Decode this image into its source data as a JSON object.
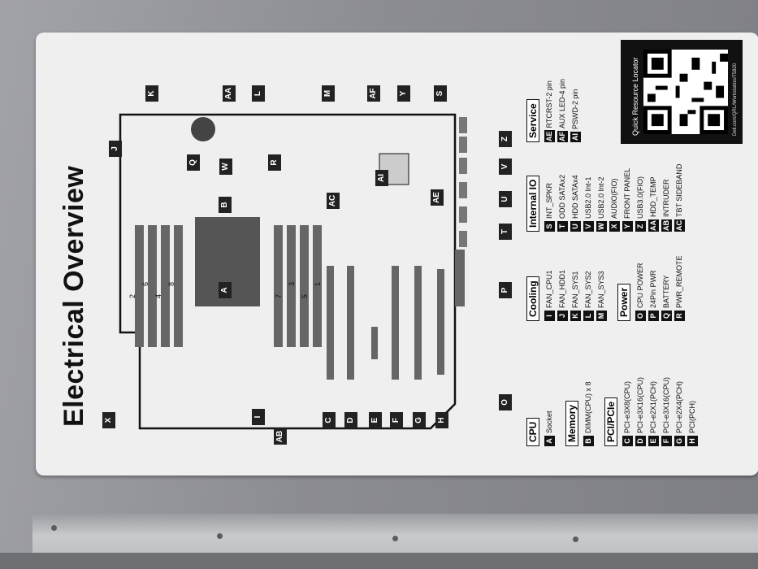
{
  "title": "Electrical Overview",
  "qr": {
    "caption": "Quick Resource Locator",
    "url": "Dell.com/QRL/Workstation/T5820"
  },
  "board_callouts": [
    "K",
    "AA",
    "L",
    "M",
    "AF",
    "Y",
    "S",
    "J",
    "Q",
    "W",
    "R",
    "Z",
    "V",
    "AC",
    "AI",
    "AE",
    "U",
    "T",
    "B",
    "A",
    "P",
    "O",
    "X",
    "C",
    "D",
    "E",
    "F",
    "G",
    "H",
    "I",
    "AB"
  ],
  "dimm_numbers": [
    "2",
    "6",
    "4",
    "8",
    "7",
    "3",
    "5",
    "1"
  ],
  "sections": {
    "cpu": {
      "title": "CPU",
      "items": [
        {
          "key": "A",
          "label": "Socket"
        }
      ]
    },
    "memory": {
      "title": "Memory",
      "items": [
        {
          "key": "B",
          "label": "DIMM(CPU) x 8"
        }
      ]
    },
    "pci": {
      "title": "PCI/PCIe",
      "items": [
        {
          "key": "C",
          "label": "PCI-e3X8(CPU)"
        },
        {
          "key": "D",
          "label": "PCI-e3X16(CPU)"
        },
        {
          "key": "E",
          "label": "PCI-e2X1(PCH)"
        },
        {
          "key": "F",
          "label": "PCI-e3X16(CPU)"
        },
        {
          "key": "G",
          "label": "PCI-e2X4(PCH)"
        },
        {
          "key": "H",
          "label": "PCI(PCH)"
        }
      ]
    },
    "cooling": {
      "title": "Cooling",
      "items": [
        {
          "key": "I",
          "label": "FAN_CPU1"
        },
        {
          "key": "J",
          "label": "FAN_HDD1"
        },
        {
          "key": "K",
          "label": "FAN_SYS1"
        },
        {
          "key": "L",
          "label": "FAN_SYS2"
        },
        {
          "key": "M",
          "label": "FAN_SYS3"
        }
      ]
    },
    "power": {
      "title": "Power",
      "items": [
        {
          "key": "O",
          "label": "CPU POWER"
        },
        {
          "key": "P",
          "label": "24Pin PWR"
        },
        {
          "key": "Q",
          "label": "BATTERY"
        },
        {
          "key": "R",
          "label": "PWR_REMOTE"
        }
      ]
    },
    "internal_io": {
      "title": "Internal IO",
      "items": [
        {
          "key": "S",
          "label": "INT_SPKR"
        },
        {
          "key": "T",
          "label": "ODD SATAx2"
        },
        {
          "key": "U",
          "label": "HDD SATAx4"
        },
        {
          "key": "V",
          "label": "USB2.0 Int-1"
        },
        {
          "key": "W",
          "label": "USB2.0 Int-2"
        },
        {
          "key": "X",
          "label": "AUDIO(FIO)"
        },
        {
          "key": "Y",
          "label": "FRONT PANEL"
        },
        {
          "key": "Z",
          "label": "USB3.0(FIO)"
        },
        {
          "key": "AA",
          "label": "HDD_TEMP"
        },
        {
          "key": "AB",
          "label": "INTRUDER"
        },
        {
          "key": "AC",
          "label": "TBT SIDEBAND"
        }
      ]
    },
    "service": {
      "title": "Service",
      "items": [
        {
          "key": "AE",
          "label": "RTCRST-2 pin"
        },
        {
          "key": "AF",
          "label": "AUX LED-4 pin"
        },
        {
          "key": "AI",
          "label": "PSWD-2 pin"
        }
      ]
    }
  }
}
